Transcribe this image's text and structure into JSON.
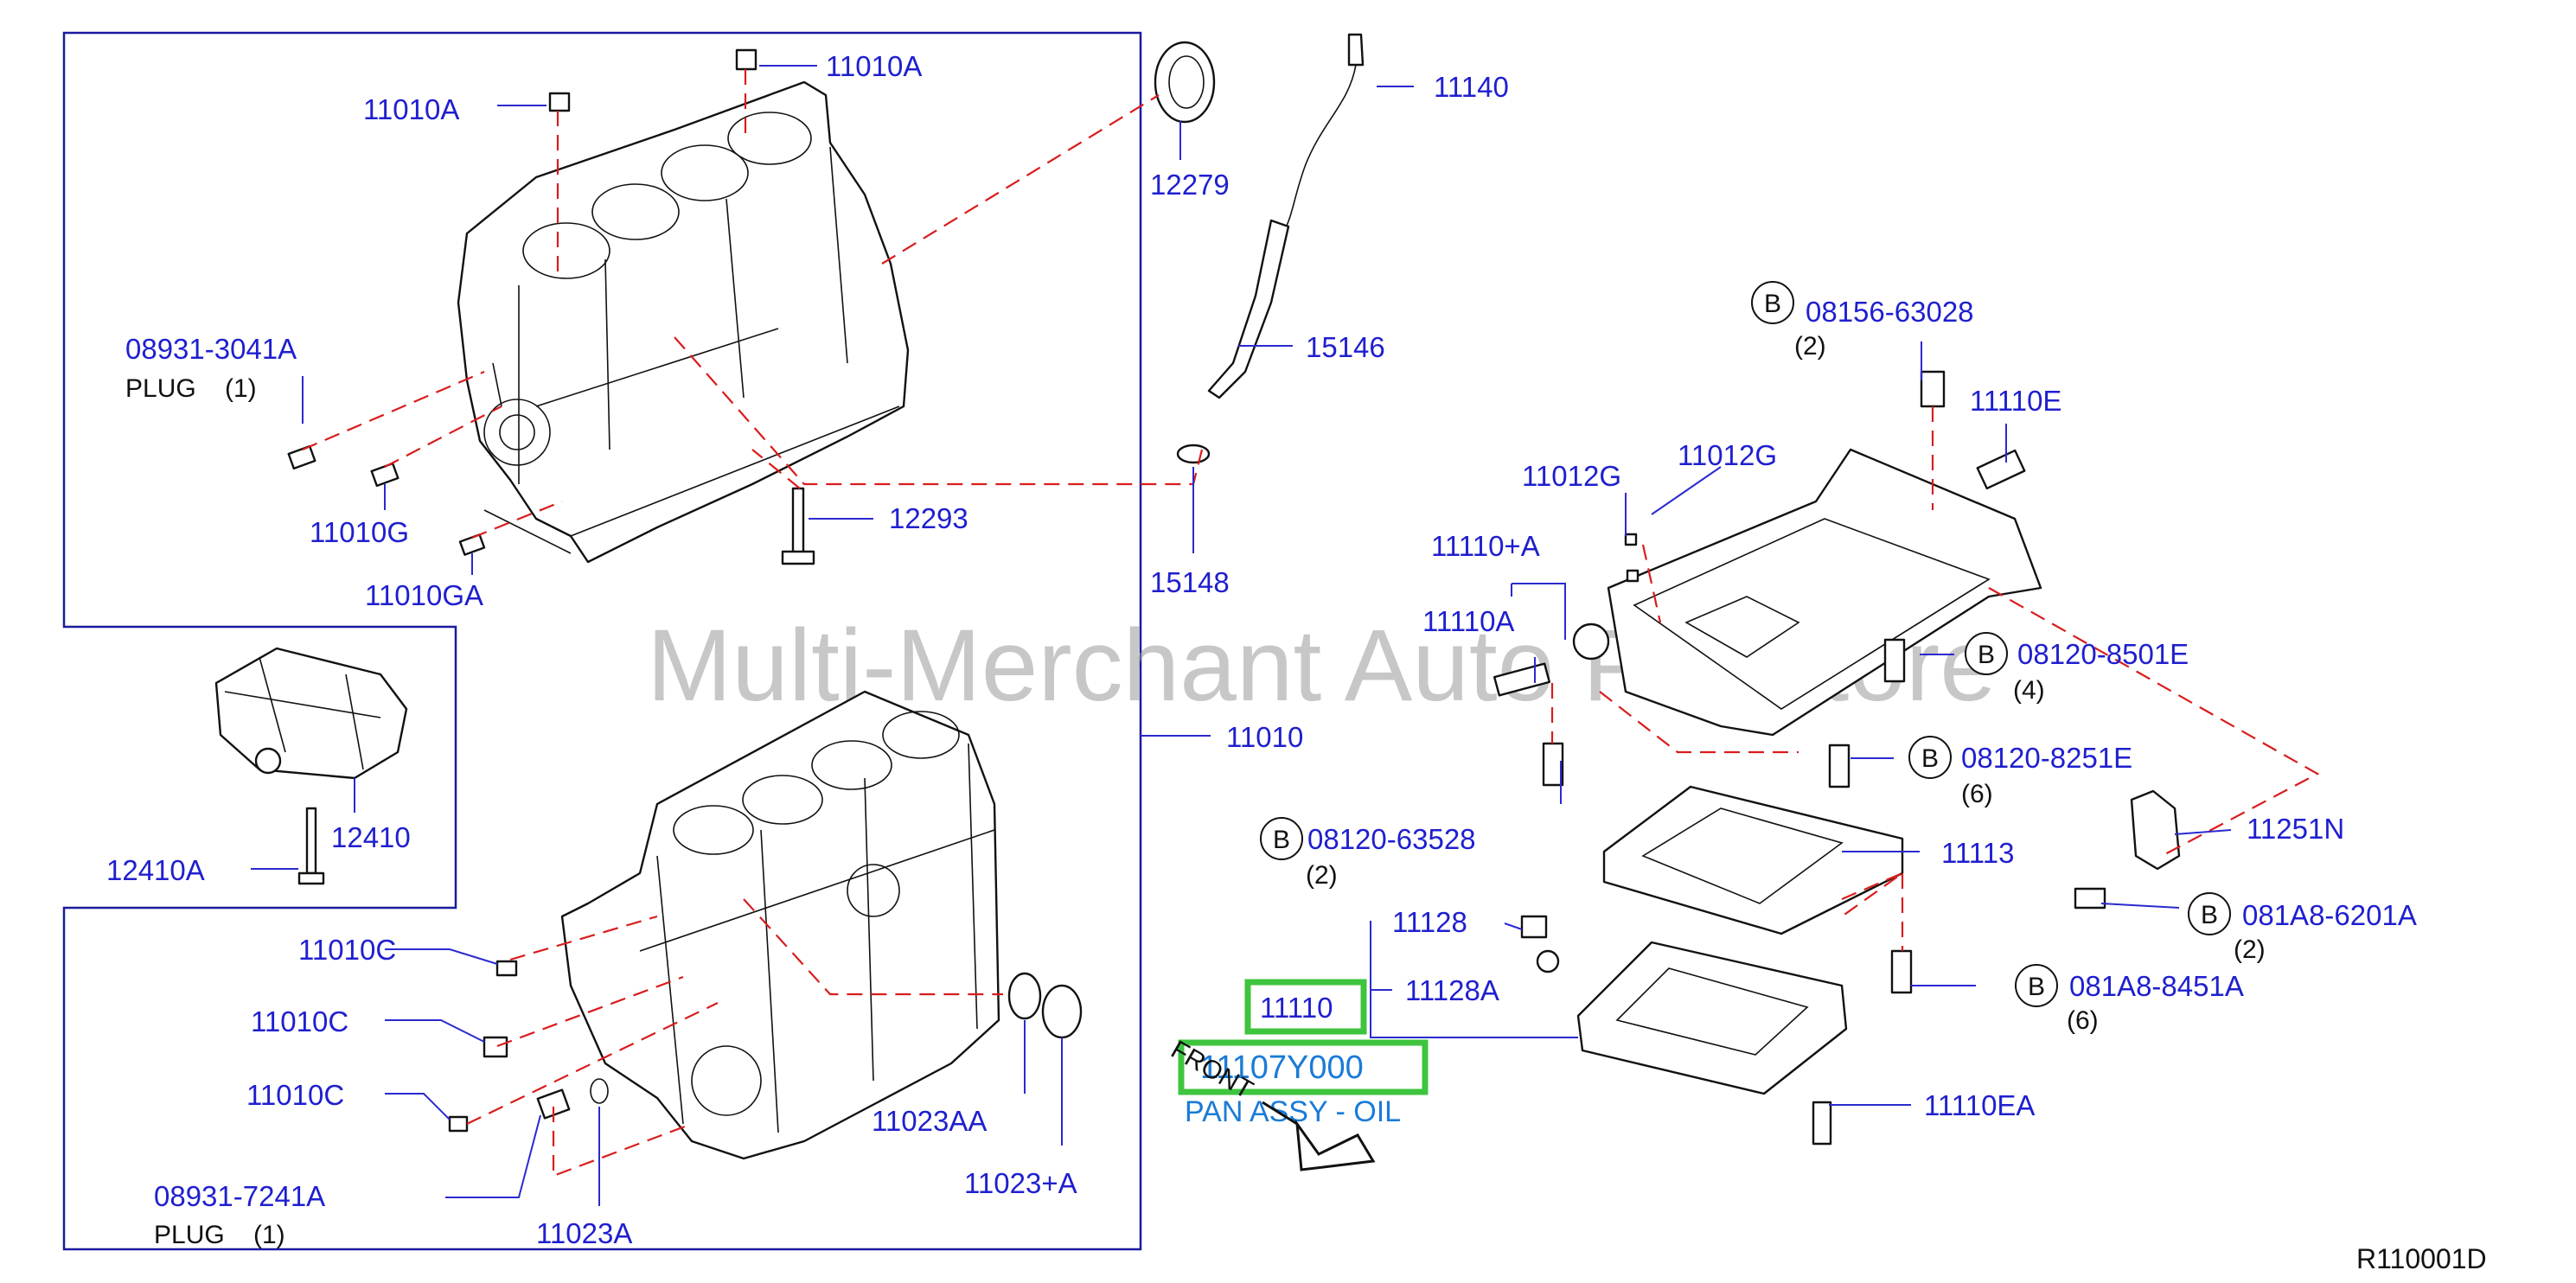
{
  "watermark": "Multi-Merchant Auto Partstore",
  "diagram_code": "R110001D",
  "circle_letter": "B",
  "highlight": {
    "part_number": "11110",
    "oem_number": "11107Y000",
    "description": "PAN ASSY - OIL"
  },
  "front_label": "FRONT",
  "labels": {
    "p11010A_left": "11010A",
    "p11010A_top": "11010A",
    "p08931_3041A": "08931-3041A",
    "plug_1_top": "PLUG",
    "qty_1_top": "(1)",
    "p11010G": "11010G",
    "p11010GA": "11010GA",
    "p12293": "12293",
    "p12279": "12279",
    "p11140": "11140",
    "p15146": "15146",
    "p15148": "15148",
    "p11010": "11010",
    "p12410": "12410",
    "p12410A": "12410A",
    "p11010C_1": "11010C",
    "p11010C_2": "11010C",
    "p11010C_3": "11010C",
    "p08931_7241A": "08931-7241A",
    "plug_1_bottom": "PLUG",
    "qty_1_bottom": "(1)",
    "p11023A": "11023A",
    "p11023AA": "11023AA",
    "p11023plusA": "11023+A",
    "p08156_63028": "08156-63028",
    "qty_2_a": "(2)",
    "p11110E": "11110E",
    "p11012G_1": "11012G",
    "p11012G_2": "11012G",
    "p11110plusA": "11110+A",
    "p11110A": "11110A",
    "p08120_8501E": "08120-8501E",
    "qty_4": "(4)",
    "p08120_8251E": "08120-8251E",
    "qty_6_a": "(6)",
    "p08120_63528": "08120-63528",
    "qty_2_b": "(2)",
    "p11113": "11113",
    "p11251N": "11251N",
    "p081A8_6201A": "081A8-6201A",
    "qty_2_c": "(2)",
    "p11128": "11128",
    "p11128A": "11128A",
    "p081A8_8451A": "081A8-8451A",
    "qty_6_b": "(6)",
    "p11110EA": "11110EA"
  }
}
